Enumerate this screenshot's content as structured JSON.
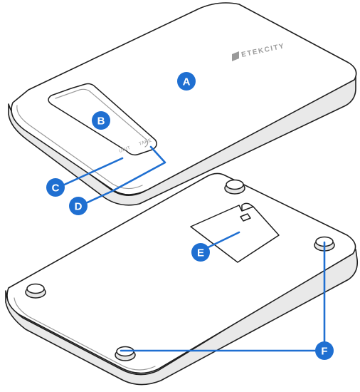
{
  "brand": {
    "name": "ETEKCITY"
  },
  "buttons": {
    "unit": "UNIT",
    "tare": "TARE"
  },
  "callouts": {
    "a": "A",
    "b": "B",
    "c": "C",
    "d": "D",
    "e": "E",
    "f": "F"
  },
  "colors": {
    "callout": "#1f6fd1",
    "outline": "#1f1f1f",
    "edge": "#e9e9e9",
    "hint": "#9a9a9a"
  }
}
